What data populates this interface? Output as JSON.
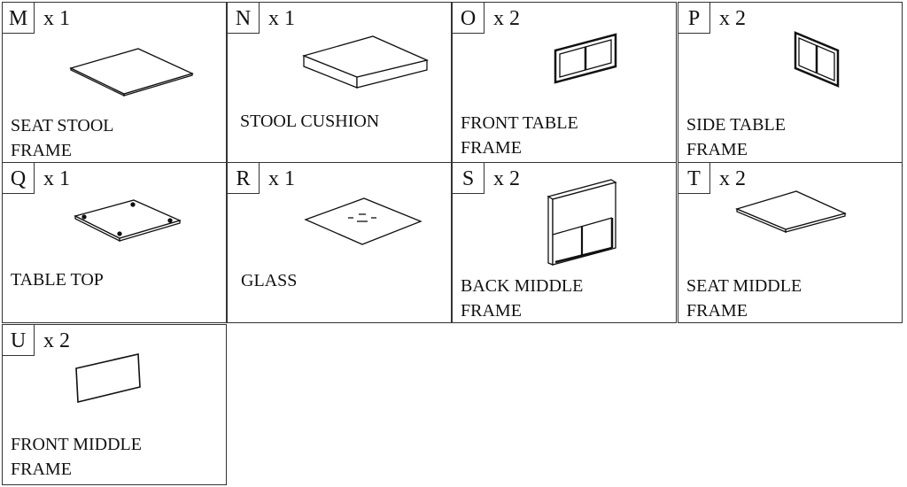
{
  "parts": [
    {
      "letter": "M",
      "qty": "x 1",
      "label_lines": [
        "SEAT STOOL",
        "FRAME"
      ]
    },
    {
      "letter": "N",
      "qty": "x 1",
      "label_lines": [
        "STOOL CUSHION"
      ]
    },
    {
      "letter": "O",
      "qty": "x 2",
      "label_lines": [
        "FRONT TABLE",
        "FRAME"
      ]
    },
    {
      "letter": "P",
      "qty": "x 2",
      "label_lines": [
        "SIDE TABLE",
        "FRAME"
      ]
    },
    {
      "letter": "Q",
      "qty": "x 1",
      "label_lines": [
        "TABLE TOP"
      ]
    },
    {
      "letter": "R",
      "qty": "x 1",
      "label_lines": [
        "GLASS"
      ]
    },
    {
      "letter": "S",
      "qty": "x 2",
      "label_lines": [
        "BACK MIDDLE",
        "FRAME"
      ]
    },
    {
      "letter": "T",
      "qty": "x 2",
      "label_lines": [
        "SEAT MIDDLE",
        "FRAME"
      ]
    },
    {
      "letter": "U",
      "qty": "x 2",
      "label_lines": [
        "FRONT MIDDLE",
        "FRAME"
      ]
    }
  ]
}
